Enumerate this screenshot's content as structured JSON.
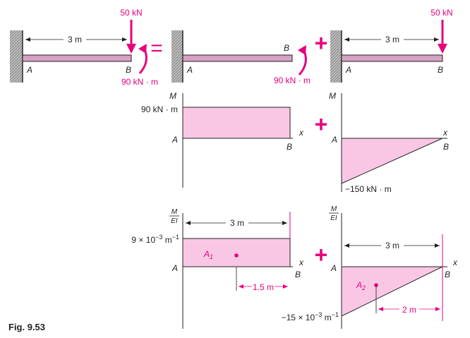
{
  "figure_label": "Fig. 9.53",
  "colors": {
    "accent": "#e6007e",
    "fill": "#f9c7e4",
    "beam": "#d5a2c3",
    "wall": "#9d9d9d",
    "line": "#231f20"
  },
  "beams": {
    "left": {
      "load": "50 kN",
      "length": "3 m",
      "end_a": "A",
      "end_b": "B",
      "moment": "90 kN · m"
    },
    "middle": {
      "end_a": "A",
      "end_b": "B",
      "moment": "90 kN · m"
    },
    "right": {
      "load": "50 kN",
      "length": "3 m",
      "end_a": "A",
      "end_b": "B"
    }
  },
  "operators": {
    "equals": "=",
    "plus": "+"
  },
  "moment_diagrams": {
    "axis_label": "M",
    "x_label": "x",
    "left": {
      "value_label": "90 kN · m",
      "end_a": "A",
      "end_b": "B"
    },
    "right": {
      "value_label": "−150 kN · m",
      "end_a": "A",
      "end_b": "B"
    }
  },
  "mei_diagrams": {
    "axis_num": "M",
    "axis_den": "EI",
    "x_label": "x",
    "left": {
      "value_base": "9 × 10",
      "value_exp": "−3",
      "value_unit": " m",
      "value_unit_exp": "−1",
      "area": "A",
      "area_sub": "1",
      "length": "3 m",
      "centroid": "1.5 m",
      "end_a": "A",
      "end_b": "B"
    },
    "right": {
      "value_base": "−15 × 10",
      "value_exp": "−3",
      "value_unit": " m",
      "value_unit_exp": "−1",
      "area": "A",
      "area_sub": "2",
      "length": "3 m",
      "centroid": "2 m",
      "end_a": "A",
      "end_b": "B"
    }
  }
}
